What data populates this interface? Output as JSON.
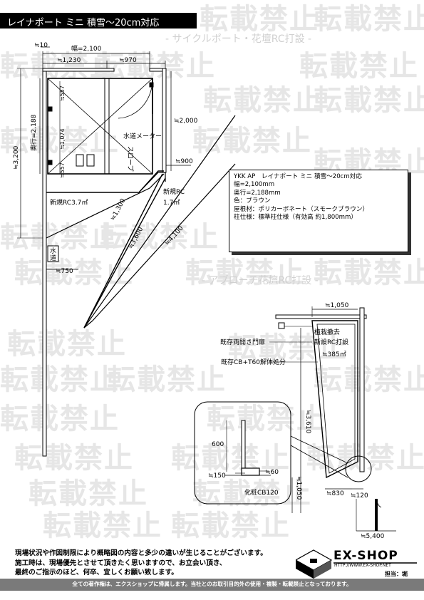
{
  "title": "レイナポート ミニ 積雪～20cm対応",
  "sections": {
    "cycle_port": "- サイクルポート・花壇RC打設 -",
    "approach": "- アプローチ花壇RC打設 -"
  },
  "watermark": "転載禁止",
  "top_plan": {
    "dims": {
      "d10": "≒10",
      "width": "幅=2,100",
      "d1230": "≒1,230",
      "d970": "≒970",
      "d557a": "≒557",
      "d1074": "≒1,074",
      "d557b": "≒557",
      "depth": "奥行=2,188",
      "d3200": "≒3,200",
      "d2000": "≒2,000",
      "d900": "≒900",
      "d1300": "≒1,300",
      "d3600": "≒3,600",
      "d4100": "≒4,100",
      "d750": "≒750"
    },
    "labels": {
      "water_meter": "水道メーター",
      "slope": "スロープ",
      "new_rc_37": "新規RC3.7㎡",
      "new_rc_17a": "新規RC",
      "new_rc_17b": "1.7㎡",
      "water_a": "水",
      "water_b": "道"
    }
  },
  "spec": {
    "model": "YKK AP　レイナポート ミニ 積雪～20cm対応",
    "width": "幅=2,100mm",
    "depth": "奥行=2,188mm",
    "color": "色：ブラウン",
    "roof": "屋根材：ポリカーボネート（スモークブラウン）",
    "post": "柱仕様：標準柱仕様（有効高 約1,800mm）"
  },
  "approach_plan": {
    "dims": {
      "d1050a": "≒1,050",
      "area": "≒385㎡",
      "d3610": "≒3,610",
      "d830": "≒830",
      "d120": "≒120",
      "d1050b": "≒1,050",
      "d5400": "≒5,400",
      "d600": "600",
      "d150": "≒150",
      "d60": "≒60"
    },
    "labels": {
      "gate": "既存両開き門扉",
      "plant1": "植栽撤去",
      "plant2": "新設RC打設",
      "wall": "既存CB+T60解体処分",
      "block": "化粧CB120"
    }
  },
  "notes": {
    "line1": "現場状況や作図制限により概略図の内容と多少の違いが生じることがございます。",
    "line2": "施工時は、現場優先とさせて頂きたく思いますので、お立会い頂き、",
    "line3": "最終のご指示のほど、何卒、宜しくお願い致します。"
  },
  "logo": {
    "name": "EX-SHOP",
    "url": "HTTP://WWW.EX-SHOP.NET",
    "staff": "担当：堀"
  },
  "footer": "全ての著作権は、エクスショップに帰属します。当社とのお取引目的外の使用・複製・転載禁止となっております。"
}
